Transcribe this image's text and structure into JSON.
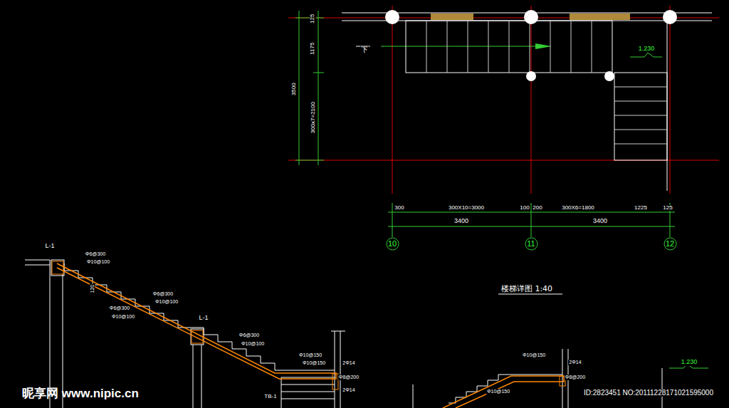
{
  "diagram": {
    "nodes": [
      {
        "text": [
          "10"
        ]
      },
      {
        "text": [
          "11"
        ]
      },
      {
        "text": [
          "12"
        ]
      }
    ],
    "labels": [
      "125",
      "1175",
      "300x7=2100",
      "3500",
      "下",
      "1.230",
      "300",
      "300X10=3000",
      "100",
      "200",
      "300X6=1800",
      "1225",
      "125",
      "3400",
      "3400",
      "楼梯详图 1:40",
      "L-1",
      "Φ6@300",
      "Φ10@100",
      "120",
      "Φ6@300",
      "Φ10@100",
      "Φ6@300",
      "Φ10@100",
      "L-1",
      "Φ6@300",
      "Φ10@100",
      "Φ10@150",
      "Φ10@150",
      "2Φ14",
      "Φ8@200",
      "2Φ14",
      "TB-1",
      "Φ10@150",
      "2Φ14",
      "Φ8@200",
      "Φ10@150",
      "1.230",
      "昵享网 www.nipic.cn",
      "ID:2823451 NO:20111228171021595000"
    ]
  }
}
